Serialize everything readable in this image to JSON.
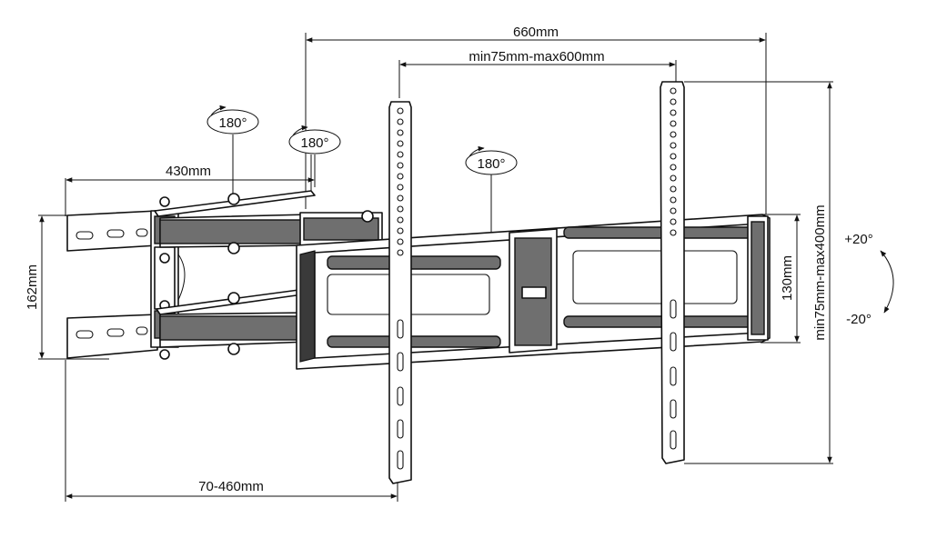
{
  "diagram": {
    "dimensions": {
      "width_total": "660mm",
      "vesa_horizontal": "min75mm-max600mm",
      "arm_length": "430mm",
      "wall_plate_height": "162mm",
      "extension": "70-460mm",
      "rail_height": "130mm",
      "vesa_vertical": "min75mm-max400mm"
    },
    "rotations": {
      "wall_pivot": "180°",
      "elbow_pivot": "180°",
      "center_pivot": "180°"
    },
    "tilt": {
      "up": "+20°",
      "down": "-20°"
    }
  }
}
